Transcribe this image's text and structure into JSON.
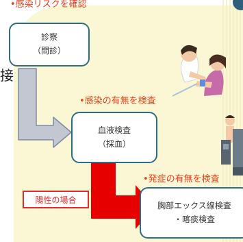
{
  "headings": {
    "risk": "•感染リスクを確認",
    "presence": "•感染の有無を検査",
    "onset": "•発症の有無を検査"
  },
  "boxes": {
    "exam": [
      "診察",
      "（問診）"
    ],
    "blood": [
      "血液検査",
      "（採血）"
    ],
    "xray": [
      "胸部エックス線検査",
      "・喀痰検査"
    ]
  },
  "side_text": "接",
  "badge": "陽性の場合",
  "colors": {
    "heading": "#e8401c",
    "box_border": "#2c6e80",
    "gray_arrow": "#c3c7d2",
    "red_arrow": "#e60000",
    "panel": "#fbf7d4"
  }
}
